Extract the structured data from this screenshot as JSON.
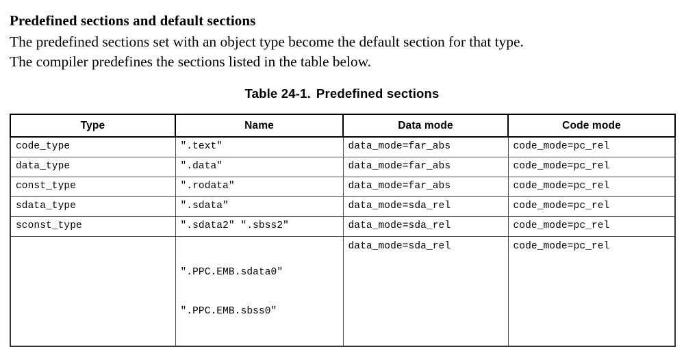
{
  "document": {
    "heading": "Predefined sections and default sections",
    "paragraph_lines": [
      "The predefined sections set with an object type become the default section for that type.",
      "The compiler predefines the sections listed in the table below."
    ],
    "table_caption": {
      "number": "Table 24-1.",
      "title": "Predefined sections"
    }
  },
  "table": {
    "headers": [
      "Type",
      "Name",
      "Data mode",
      "Code mode"
    ],
    "rows": [
      {
        "type": "code_type",
        "name_lines": [
          "\".text\""
        ],
        "data_mode": "data_mode=far_abs",
        "code_mode": "code_mode=pc_rel"
      },
      {
        "type": "data_type",
        "name_lines": [
          "\".data\""
        ],
        "data_mode": "data_mode=far_abs",
        "code_mode": "code_mode=pc_rel"
      },
      {
        "type": "const_type",
        "name_lines": [
          "\".rodata\""
        ],
        "data_mode": "data_mode=far_abs",
        "code_mode": "code_mode=pc_rel"
      },
      {
        "type": "sdata_type",
        "name_lines": [
          "\".sdata\""
        ],
        "data_mode": "data_mode=sda_rel",
        "code_mode": "code_mode=pc_rel"
      },
      {
        "type": "sconst_type",
        "name_lines": [
          "\".sdata2\" \".sbss2\""
        ],
        "data_mode": "data_mode=sda_rel",
        "code_mode": "code_mode=pc_rel"
      },
      {
        "type": "",
        "name_lines": [
          "\".PPC.EMB.sdata0\"",
          "\".PPC.EMB.sbss0\""
        ],
        "data_mode": "data_mode=sda_rel",
        "code_mode": "code_mode=pc_rel"
      }
    ]
  },
  "colors": {
    "page_background": "#ffffff",
    "text": "#000000",
    "table_outer_border": "#333333",
    "table_inner_border": "#4d4d4d",
    "header_border": "#000000"
  }
}
